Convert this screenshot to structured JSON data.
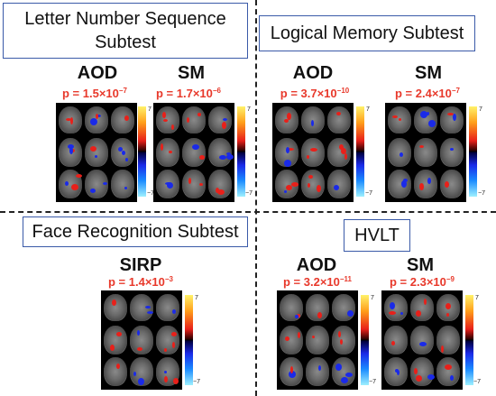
{
  "sections": [
    {
      "title": "Letter Number Sequence Subtest",
      "groups": [
        {
          "label": "AOD",
          "p": "p = 1.5×10",
          "exp": "−7"
        },
        {
          "label": "SM",
          "p": "p = 1.7×10",
          "exp": "−6"
        }
      ]
    },
    {
      "title": "Logical Memory Subtest",
      "groups": [
        {
          "label": "AOD",
          "p": "p = 3.7×10",
          "exp": "−10"
        },
        {
          "label": "SM",
          "p": "p = 2.4×10",
          "exp": "−7"
        }
      ]
    },
    {
      "title": "Face Recognition Subtest",
      "groups": [
        {
          "label": "SIRP",
          "p": "p = 1.4×10",
          "exp": "−3"
        }
      ]
    },
    {
      "title": "HVLT",
      "groups": [
        {
          "label": "AOD",
          "p": "p = 3.2×10",
          "exp": "−11"
        },
        {
          "label": "SM",
          "p": "p = 2.3×10",
          "exp": "−9"
        }
      ]
    }
  ],
  "colorbar": {
    "max": "7",
    "min": "−7"
  },
  "colors": {
    "title_border": "#3a5aa8",
    "pvalue": "#e8392b",
    "positive": "#e8201a",
    "negative": "#1a2ae8"
  }
}
